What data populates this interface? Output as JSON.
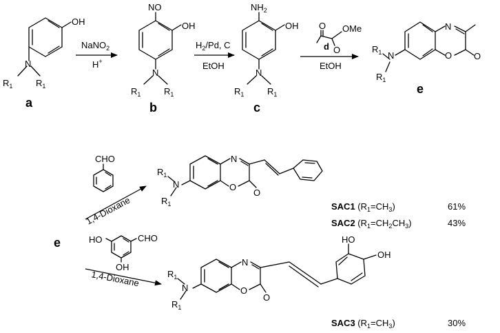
{
  "labels": {
    "a": "a",
    "b": "b",
    "c": "c",
    "e": "e",
    "e_left": "e"
  },
  "atoms": {
    "oh": "OH",
    "ho": "HO",
    "o": "O",
    "n": "N",
    "nh2": "NH",
    "nh2_sub": "2",
    "no": "NO",
    "r1": "R",
    "r1_sub": "1",
    "cho": "CHO",
    "ome": "OMe"
  },
  "reagents": {
    "step1_top": "NaNO",
    "step1_top_sub": "2",
    "step1_bottom": "H",
    "step1_bottom_sup": "+",
    "step2_top_a": "H",
    "step2_top_a_sub": "2",
    "step2_top_b": "/Pd, C",
    "step2_bottom": "EtOH",
    "step3_label": "d",
    "step3_bottom": "EtOH",
    "dioxane": "1,4-Dioxane"
  },
  "products": [
    {
      "name": "SAC1",
      "r_open": " (R",
      "r_sub": "1",
      "r_eq": "=CH",
      "r_sub2": "3",
      "r_close": ")",
      "yield": "61%"
    },
    {
      "name": "SAC2",
      "r_open": " (R",
      "r_sub": "1",
      "r_eq": "=CH",
      "r_sub2": "2",
      "r_eq2": "CH",
      "r_sub3": "3",
      "r_close": ")",
      "yield": "43%"
    },
    {
      "name": "SAC3",
      "r_open": " (R",
      "r_sub": "1",
      "r_eq": "=CH",
      "r_sub2": "3",
      "r_close": ")",
      "yield": "30%"
    }
  ]
}
